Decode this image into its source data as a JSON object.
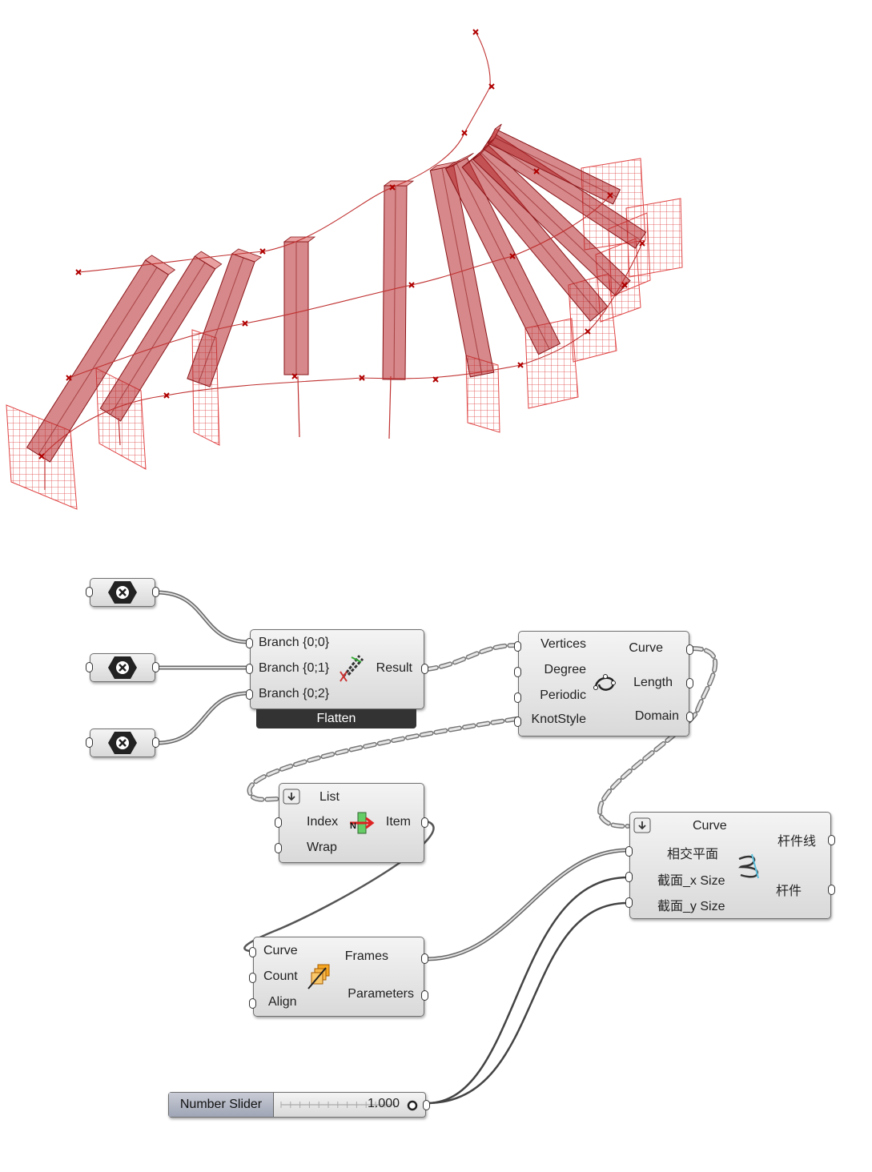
{
  "nodes": {
    "flatten": {
      "inputs": [
        "Branch {0;0}",
        "Branch {0;1}",
        "Branch {0;2}"
      ],
      "output": "Result",
      "caption": "Flatten"
    },
    "curve_fit": {
      "inputs": [
        "Vertices",
        "Degree",
        "Periodic",
        "KnotStyle"
      ],
      "outputs": [
        "Curve",
        "Length",
        "Domain"
      ]
    },
    "list_item": {
      "inputs": [
        "List",
        "Index",
        "Wrap"
      ],
      "output": "Item"
    },
    "perp_frames": {
      "inputs": [
        "Curve",
        "Count",
        "Align"
      ],
      "outputs": [
        "Frames",
        "Parameters"
      ]
    },
    "cluster": {
      "inputs": [
        "Curve",
        "相交平面",
        "截面_x Size",
        "截面_y Size"
      ],
      "outputs": [
        "杆件线",
        "杆件"
      ]
    },
    "slider": {
      "label": "Number Slider",
      "value": "1.000"
    }
  },
  "colors": {
    "beam_fill": "#b5262a",
    "grid": "#e04444",
    "curve": "#c03030",
    "marker": "#b00000",
    "wire": "#555555",
    "caption": "#333333"
  },
  "icons": [
    "close-icon",
    "flatten-icon",
    "curve-icon",
    "list-item-icon",
    "frames-icon",
    "cluster-icon",
    "arrow-down-icon"
  ]
}
